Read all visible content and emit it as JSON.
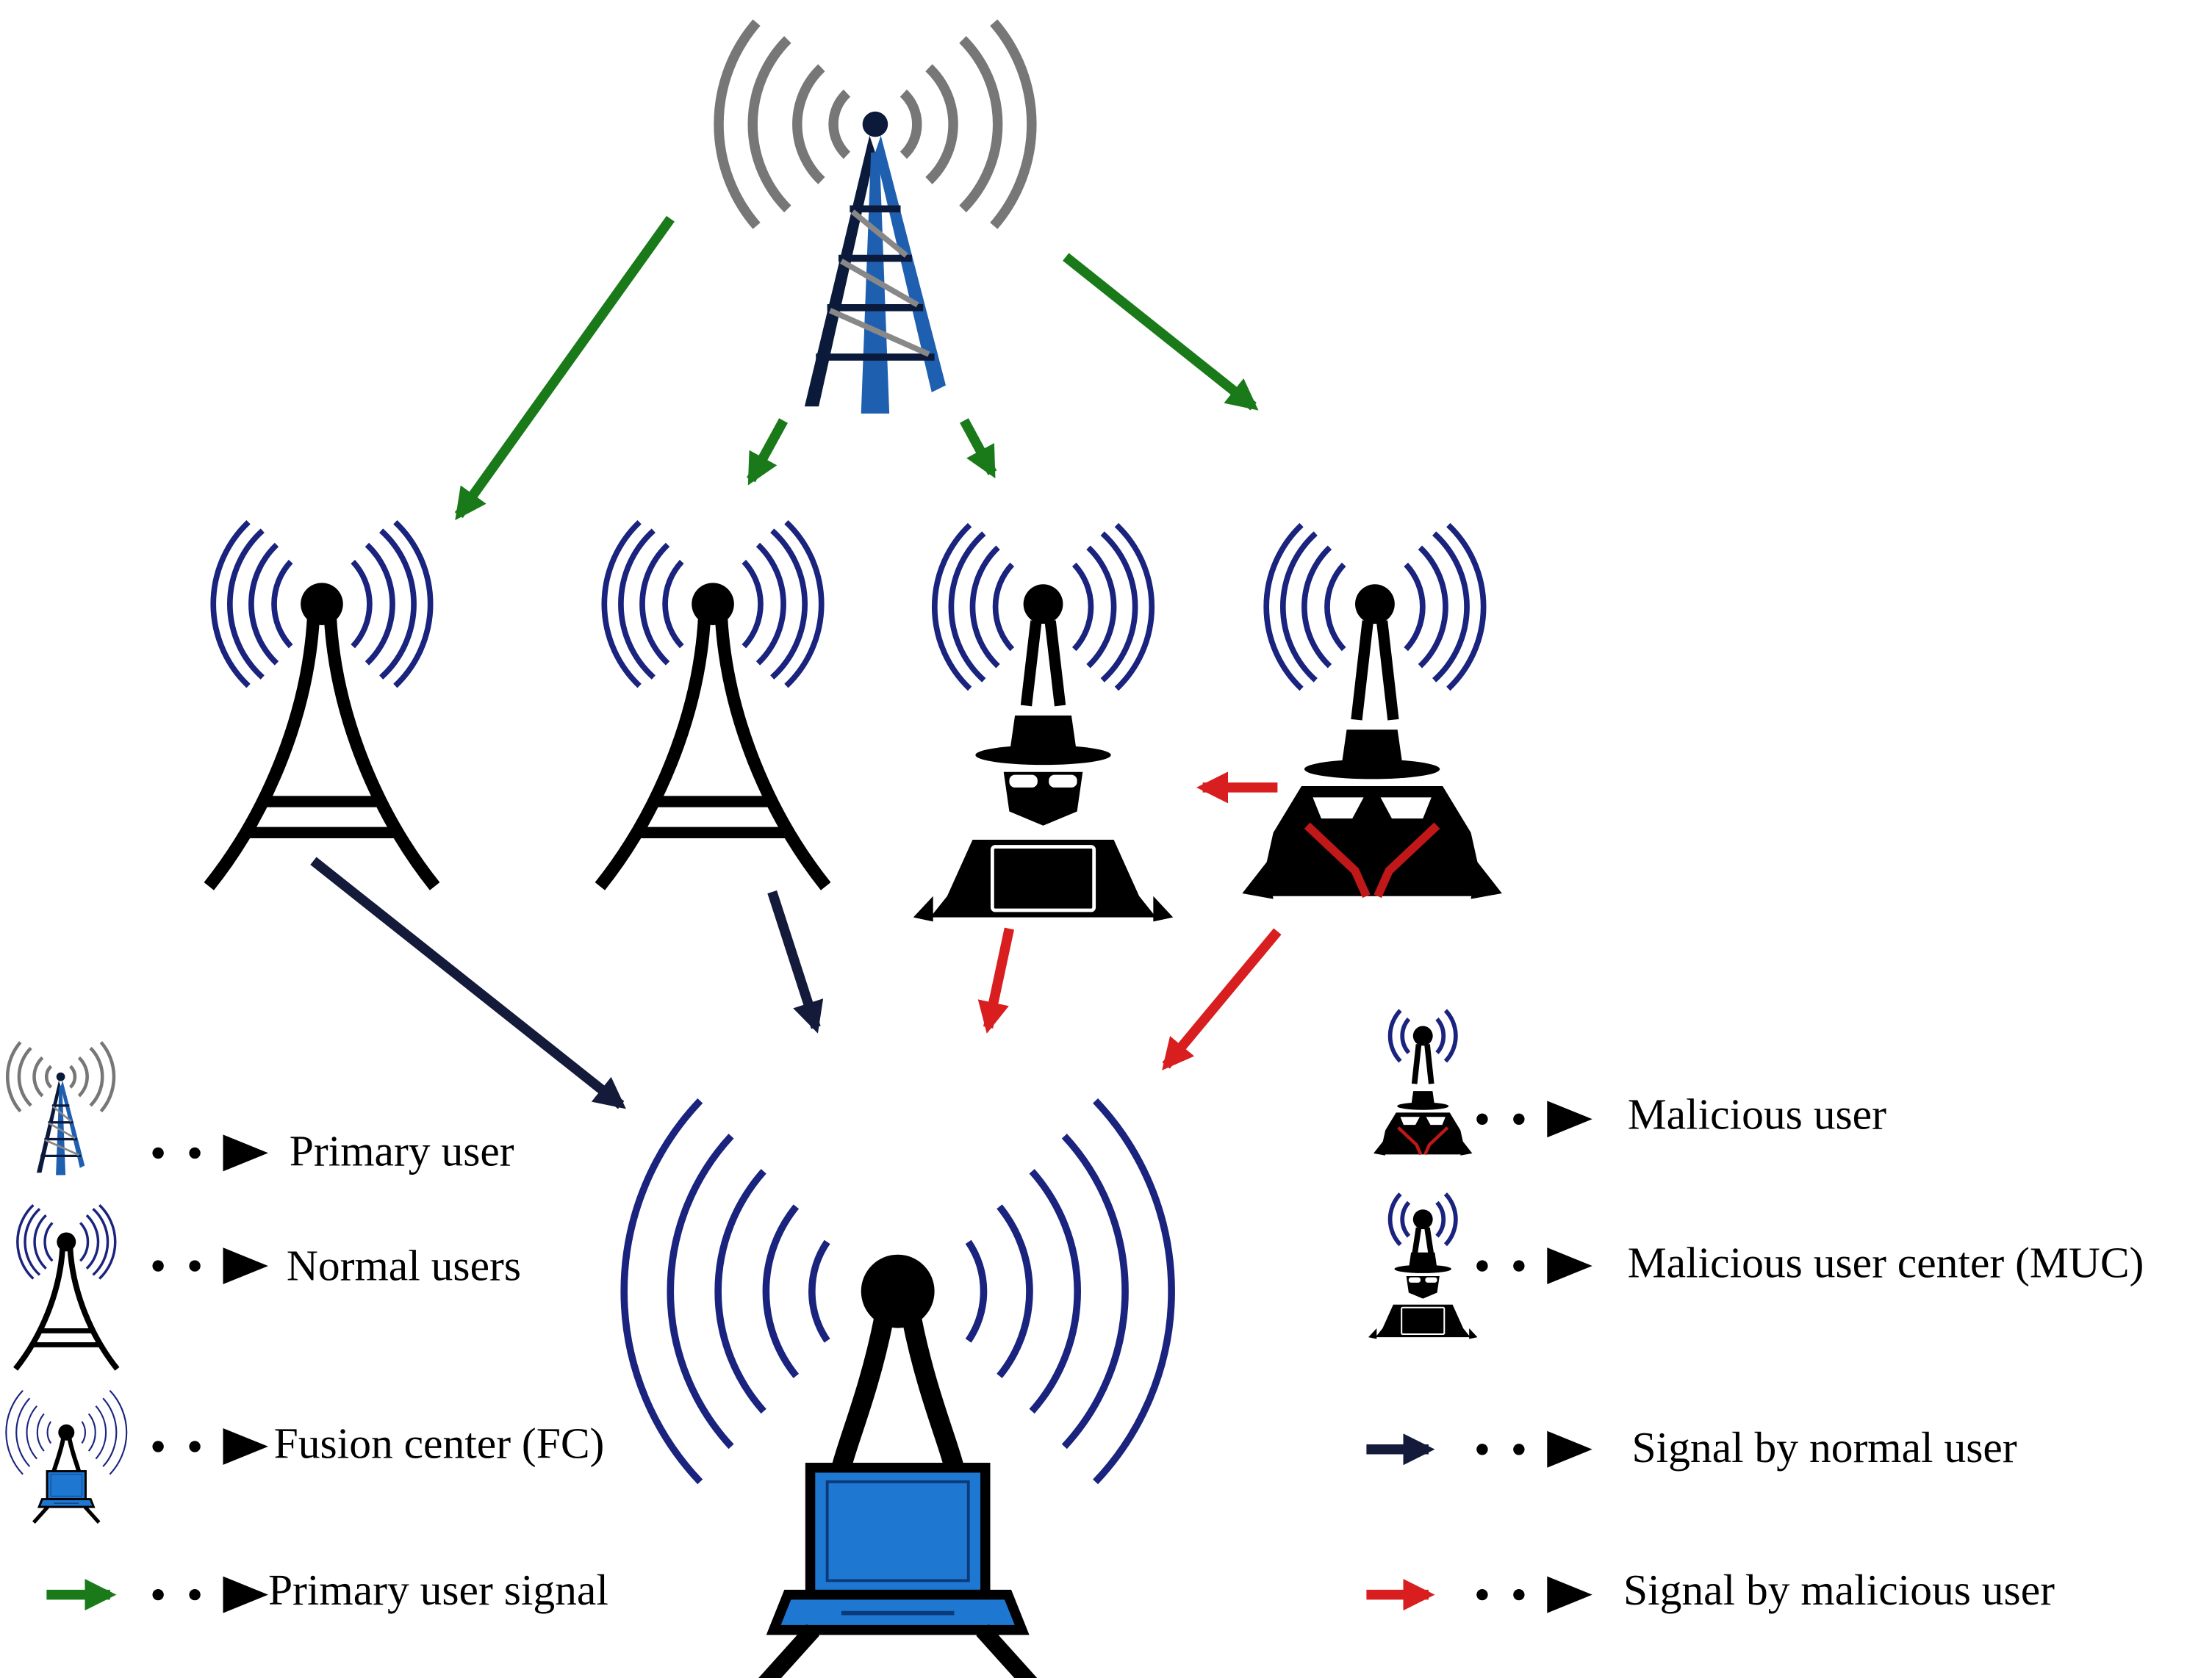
{
  "legend": {
    "primary_user": "Primary user",
    "normal_users": "Normal users",
    "fusion_center": "Fusion center (FC)",
    "primary_user_signal": "Primary user signal",
    "malicious_user": "Malicious user",
    "malicious_user_center": "Malicious user center (MUC)",
    "signal_by_normal_user": "Signal by normal user",
    "signal_by_malicious_user": "Signal by malicious user"
  },
  "colors": {
    "primary_signal": "#1a7a1a",
    "normal_signal": "#141a3a",
    "malicious_signal": "#d81e1e",
    "wave_blue": "#1a237e",
    "wave_gray": "#777777",
    "tower_blue": "#1f5fb0",
    "laptop_blue": "#1e78d2",
    "mask_red": "#c01818"
  },
  "icons": [
    "primary-user-tower-icon",
    "normal-user-tower-icon",
    "fusion-center-icon",
    "malicious-user-icon",
    "malicious-user-center-icon"
  ]
}
